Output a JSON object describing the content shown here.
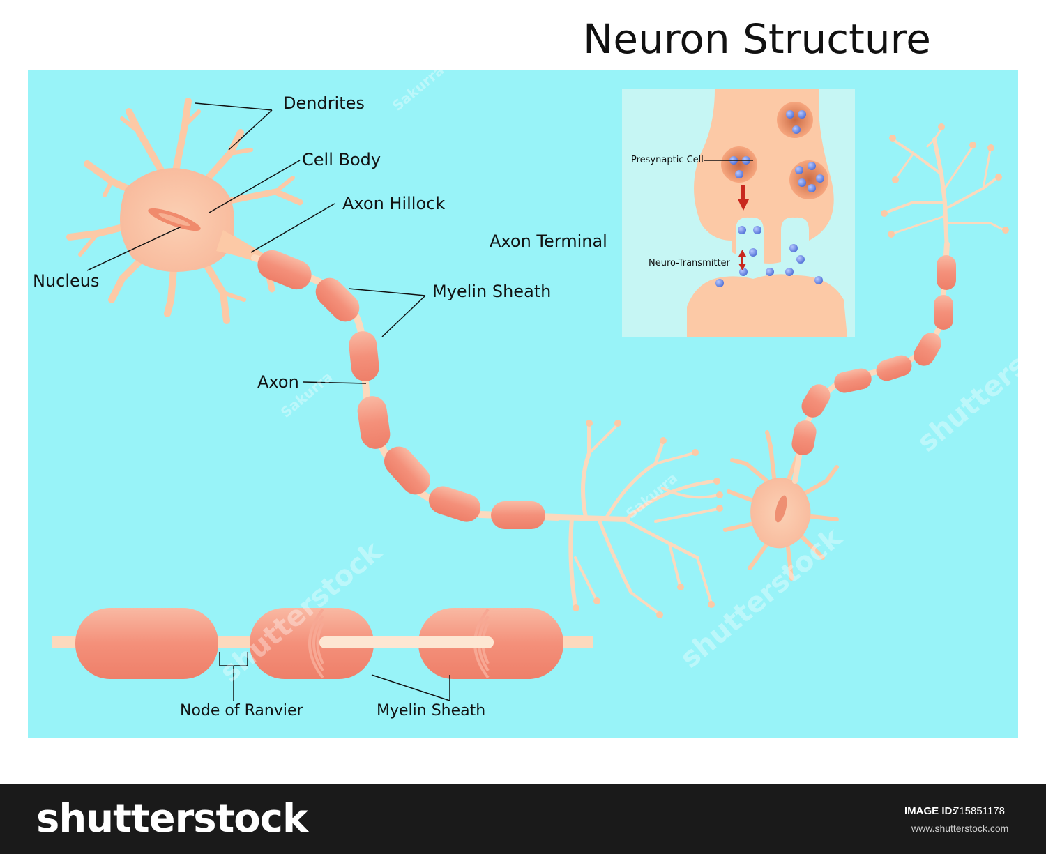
{
  "title": "Neuron Structure",
  "labels": {
    "dendrites": "Dendrites",
    "cell_body": "Cell Body",
    "axon_hillock": "Axon Hillock",
    "nucleus": "Nucleus",
    "myelin_sheath_top": "Myelin Sheath",
    "axon": "Axon",
    "axon_terminal": "Axon Terminal",
    "presynaptic_cell": "Presynaptic Cell",
    "neuro_transmitter": "Neuro-Transmitter",
    "node_of_ranvier": "Node of Ranvier",
    "myelin_sheath_bottom": "Myelin Sheath"
  },
  "watermarks": {
    "brand": "shutterstock",
    "author": "Sakurra"
  },
  "footer": {
    "brand": "shutterstock",
    "image_id_label": "IMAGE ID:",
    "image_id": "715851178",
    "site": "www.shutterstock.com"
  },
  "colors": {
    "background_panel": "#98f3f8",
    "inset_panel": "#c6f6f4",
    "cell": "#fcc9a6",
    "myelin": "#f6a08a",
    "myelin_dark": "#ee7f69",
    "vesicle": "#6a8ce0",
    "arrow": "#c8281e"
  }
}
